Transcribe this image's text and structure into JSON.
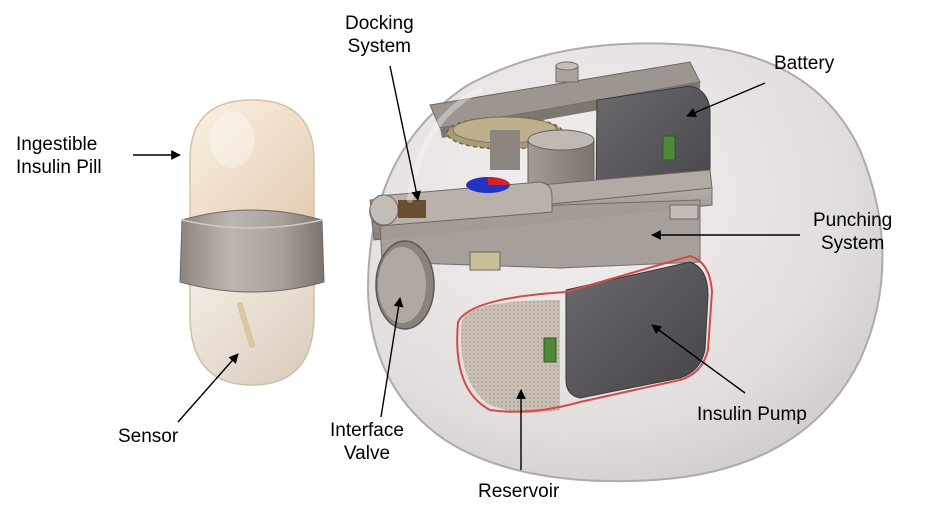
{
  "labels": {
    "docking": [
      "Docking",
      "System"
    ],
    "battery": [
      "Battery"
    ],
    "pill": [
      "Ingestible",
      "Insulin Pill"
    ],
    "punching": [
      "Punching",
      "System"
    ],
    "valve": [
      "Interface",
      "Valve"
    ],
    "pump": [
      "Insulin Pump"
    ],
    "sensor": [
      "Sensor"
    ],
    "reservoir": [
      "Reservoir"
    ]
  }
}
